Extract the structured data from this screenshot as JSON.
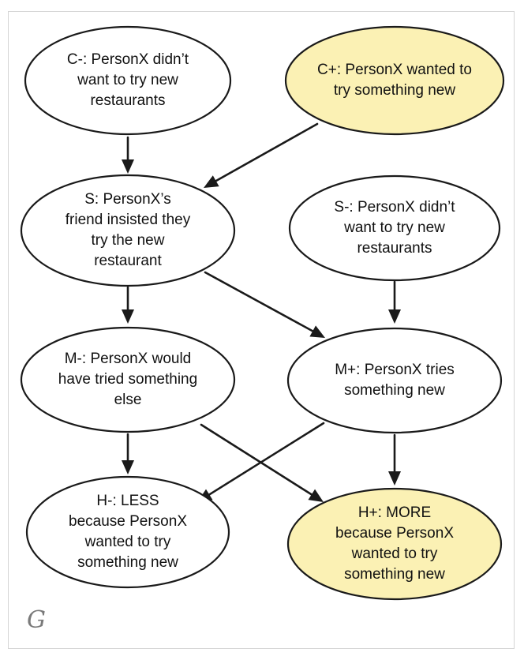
{
  "colors": {
    "highlight_fill": "#fbf1b4",
    "default_fill": "#ffffff",
    "stroke": "#1a1a1a"
  },
  "nodes": {
    "c_minus": {
      "lines": [
        "C-: PersonX didn’t",
        "want to try new",
        "restaurants"
      ],
      "highlight": false
    },
    "c_plus": {
      "lines": [
        "C+: PersonX wanted to",
        "try something new"
      ],
      "highlight": true
    },
    "s": {
      "lines": [
        "S: PersonX’s",
        "friend insisted they",
        "try the new",
        "restaurant"
      ],
      "highlight": false
    },
    "s_minus": {
      "lines": [
        "S-: PersonX didn’t",
        "want to try new",
        "restaurants"
      ],
      "highlight": false
    },
    "m_minus": {
      "lines": [
        "M-: PersonX would",
        "have tried something",
        "else"
      ],
      "highlight": false
    },
    "m_plus": {
      "lines": [
        "M+: PersonX tries",
        "something new"
      ],
      "highlight": false
    },
    "h_minus": {
      "lines": [
        "H-: LESS",
        "because PersonX",
        "wanted to try",
        "something new"
      ],
      "highlight": false
    },
    "h_plus": {
      "lines": [
        "H+: MORE",
        "because PersonX",
        "wanted to try",
        "something new"
      ],
      "highlight": true
    }
  },
  "edges": [
    {
      "from": "c_minus",
      "to": "s"
    },
    {
      "from": "c_plus",
      "to": "s"
    },
    {
      "from": "s",
      "to": "m_minus"
    },
    {
      "from": "s",
      "to": "m_plus"
    },
    {
      "from": "s_minus",
      "to": "m_plus"
    },
    {
      "from": "m_minus",
      "to": "h_minus"
    },
    {
      "from": "m_minus",
      "to": "h_plus"
    },
    {
      "from": "m_plus",
      "to": "h_minus"
    },
    {
      "from": "m_plus",
      "to": "h_plus"
    }
  ],
  "logo": {
    "glyph": "G",
    "icon": "g-logo-icon"
  }
}
